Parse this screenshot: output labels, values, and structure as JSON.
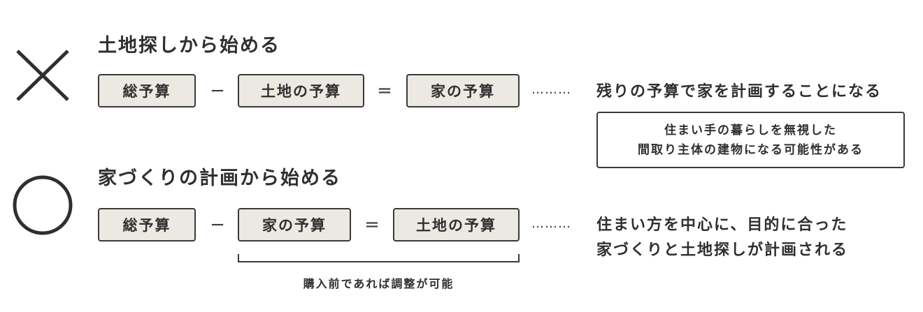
{
  "bad": {
    "icon": "cross-icon",
    "heading": "土地探しから始める",
    "formula": [
      "総予算",
      "土地の予算",
      "家の予算"
    ],
    "minus": "−",
    "equals": "=",
    "dots": "………",
    "result": "残りの予算で家を計画することになる",
    "note_lines": [
      "住まい手の暮らしを無視した",
      "間取り主体の建物になる可能性がある"
    ]
  },
  "good": {
    "icon": "circle-icon",
    "heading": "家づくりの計画から始める",
    "formula": [
      "総予算",
      "家の予算",
      "土地の予算"
    ],
    "minus": "−",
    "equals": "=",
    "dots": "………",
    "result_lines": [
      "住まい方を中心に、目的に合った",
      "家づくりと土地探しが計画される"
    ],
    "bracket_label": "購入前であれば調整が可能"
  },
  "colors": {
    "box_fill": "#ece9e3",
    "stroke": "#3a3a3a",
    "text": "#2f2f2f"
  }
}
